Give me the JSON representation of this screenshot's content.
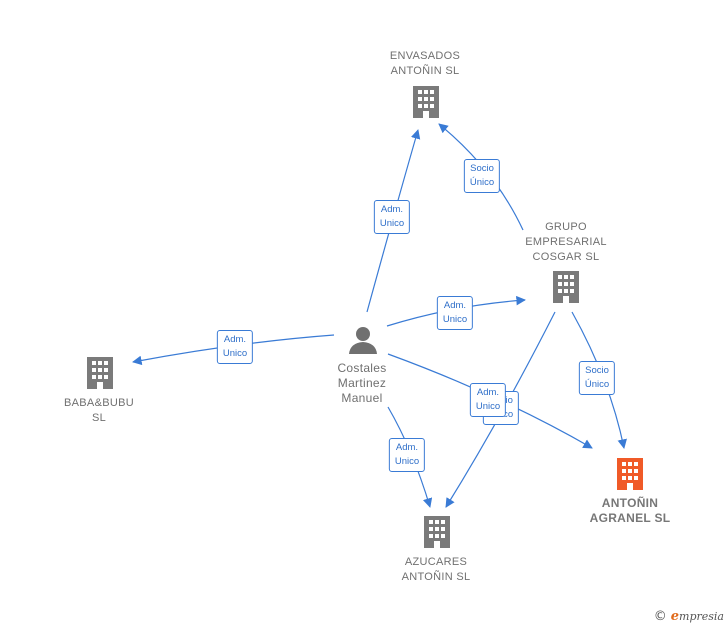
{
  "nodes": {
    "envasados": {
      "lines": [
        "ENVASADOS",
        "ANTOÑIN  SL"
      ]
    },
    "grupo": {
      "lines": [
        "GRUPO",
        "EMPRESARIAL",
        "COSGAR  SL"
      ]
    },
    "costales": {
      "lines": [
        "Costales",
        "Martinez",
        "Manuel"
      ]
    },
    "baba": {
      "lines": [
        "BABA&BUBU",
        "SL"
      ]
    },
    "antonin_agranel": {
      "lines": [
        "ANTOÑIN",
        "AGRANEL  SL"
      ]
    },
    "azucares": {
      "lines": [
        "AZUCARES",
        "ANTOÑIN SL"
      ]
    }
  },
  "edges": {
    "adm_envasados": {
      "lines": [
        "Adm.",
        "Unico"
      ]
    },
    "socio_envasados": {
      "lines": [
        "Socio",
        "Único"
      ]
    },
    "adm_grupo": {
      "lines": [
        "Adm.",
        "Unico"
      ]
    },
    "adm_baba": {
      "lines": [
        "Adm.",
        "Unico"
      ]
    },
    "socio_agranel": {
      "lines": [
        "Socio",
        "Único"
      ]
    },
    "socio_hidden": {
      "lines": [
        "Socio",
        "Único"
      ]
    },
    "adm_agranel": {
      "lines": [
        "Adm.",
        "Unico"
      ]
    },
    "adm_azucares": {
      "lines": [
        "Adm.",
        "Unico"
      ]
    }
  },
  "brand": {
    "copyright": "©",
    "e": "e",
    "rest": "mpresia"
  },
  "colors": {
    "edge": "#3a7bd5",
    "company": "#7a7a7a",
    "focus_company": "#f05a28",
    "person": "#707070"
  },
  "icons": {
    "company": "building-icon",
    "person": "person-icon"
  }
}
